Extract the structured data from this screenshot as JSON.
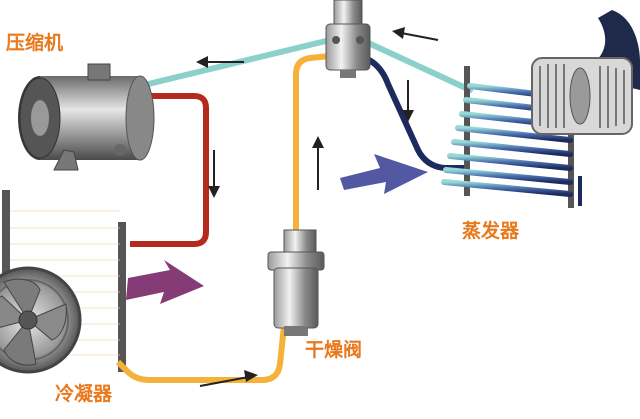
{
  "labels": {
    "compressor": "压缩机",
    "evaporator": "蒸发器",
    "drier": "干燥阀",
    "condenser": "冷凝器"
  },
  "colors": {
    "label_text": "#e8791c",
    "low_pressure_gas": "#8cd0cc",
    "high_pressure_gas": "#b52a1e",
    "high_pressure_liquid": "#f6b13a",
    "evaporator_outlet": "#1c2a5e",
    "air_arrow_cold": "#4a4f9e",
    "air_arrow_hot": "#7a2a6a",
    "flow_arrow": "#222222"
  },
  "icons": {
    "compressor": "compressor-icon",
    "expansion_valve": "expansion-valve-icon",
    "drier": "drier-icon",
    "condenser_fan": "fan-icon",
    "evaporator_blower": "blower-icon",
    "air_vent": "air-vent-icon"
  }
}
